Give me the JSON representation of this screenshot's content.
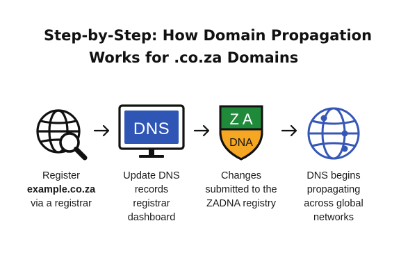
{
  "title": {
    "line1": "Step-by-Step: How Domain Propagation",
    "line2": "Works for .co.za Domains"
  },
  "steps": [
    {
      "icon": "globe-magnifier-icon",
      "lines": [
        "Register",
        "example.co.za",
        "via a registrar"
      ]
    },
    {
      "icon": "monitor-dns-icon",
      "screen_text": "DNS",
      "lines": [
        "Update DNS",
        "records",
        "registrar",
        "dashboard"
      ]
    },
    {
      "icon": "zadna-shield-icon",
      "shield_top": "Z A",
      "shield_bottom": "DNA",
      "lines": [
        "Changes",
        "submitted to the",
        "ZADNA registry"
      ]
    },
    {
      "icon": "network-globe-icon",
      "lines": [
        "DNS begins",
        "propagating",
        "across global",
        "networks"
      ]
    }
  ],
  "colors": {
    "dns_screen": "#2f55b5",
    "shield_green": "#1f8b3a",
    "shield_orange": "#f5a623",
    "network_blue": "#3557b5"
  }
}
